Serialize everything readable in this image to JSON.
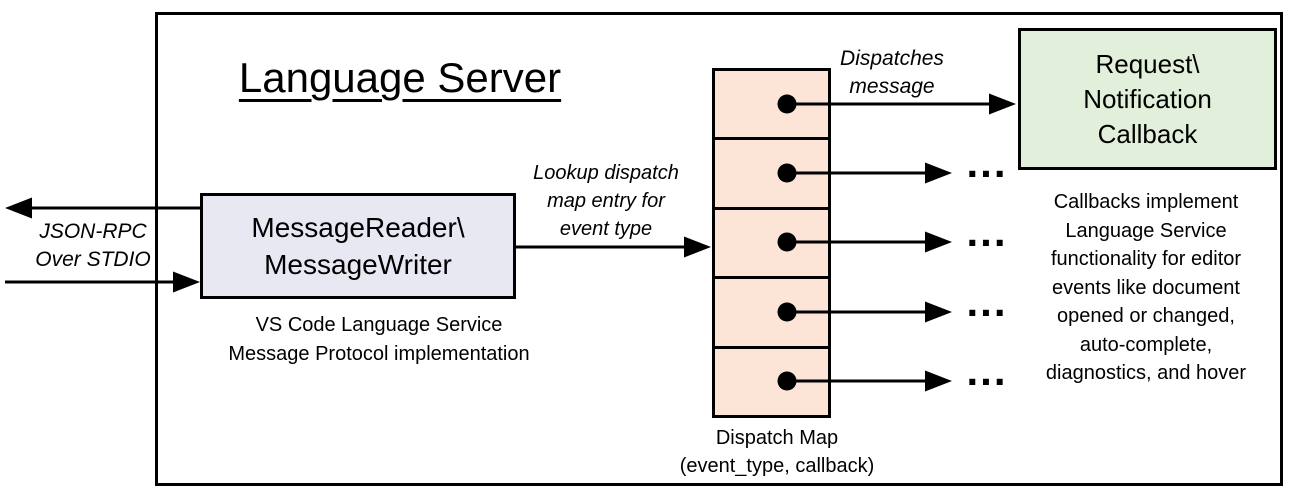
{
  "title": "Language Server",
  "io_label": "JSON-RPC\nOver STDIO",
  "message_box": {
    "label": "MessageReader\\\nMessageWriter",
    "caption": "VS Code Language Service\nMessage Protocol implementation"
  },
  "lookup_label": "Lookup dispatch\nmap entry for\nevent type",
  "dispatches_label": "Dispatches\nmessage",
  "callback_box": {
    "label": "Request\\\nNotification\nCallback"
  },
  "callbacks_note": "Callbacks implement\nLanguage Service\nfunctionality for editor\nevents like document\nopened or changed,\nauto-complete,\ndiagnostics, and hover",
  "dispatch_map": {
    "caption": "Dispatch Map\n(event_type, callback)",
    "cell_count": 5
  },
  "ellipsis": "...",
  "colors": {
    "message_box_fill": "#e8e8f2",
    "dispatch_cell_fill": "#fce4d6",
    "callback_box_fill": "#e2efda",
    "line": "#000000",
    "background": "#ffffff"
  }
}
